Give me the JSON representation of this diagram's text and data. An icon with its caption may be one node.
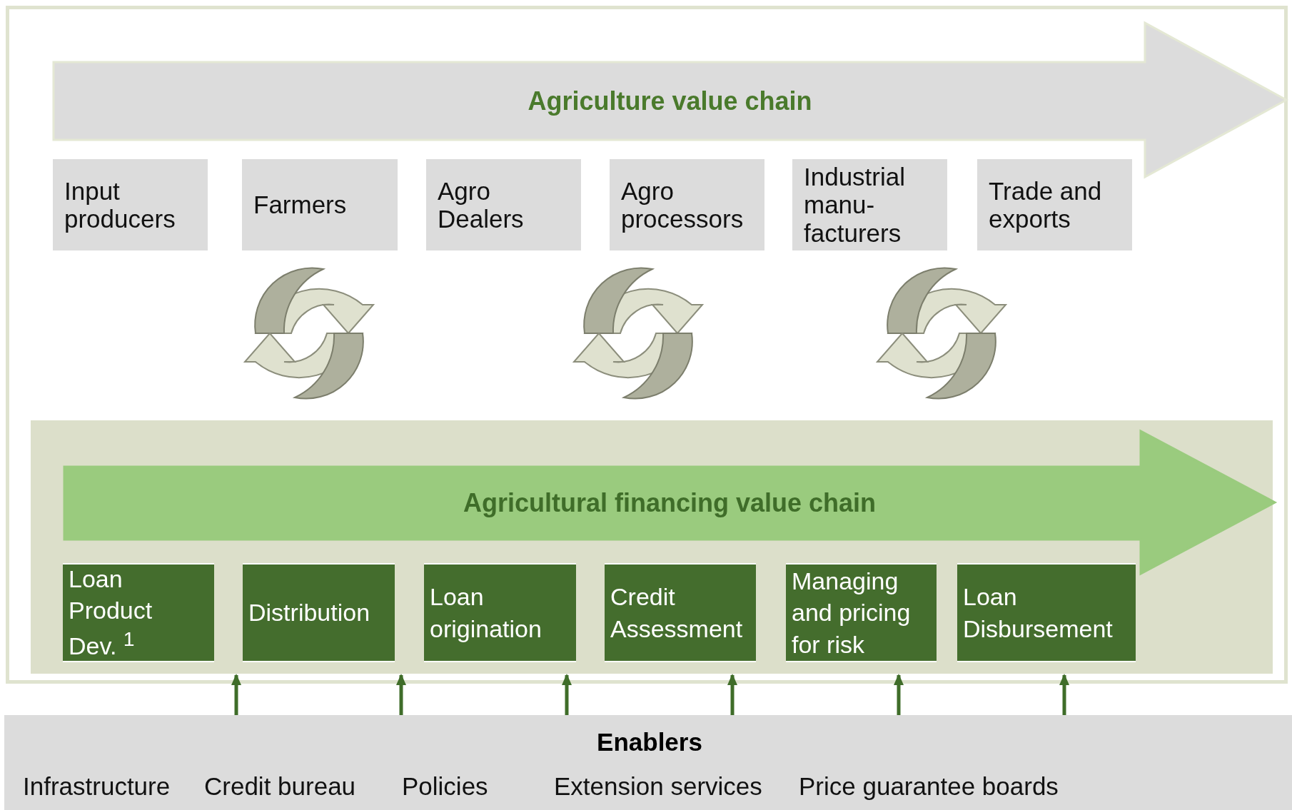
{
  "diagram": {
    "nodes": [
      {
        "text": [
          "Agriculture value chain"
        ]
      },
      {
        "text": [
          "Input producers"
        ]
      },
      {
        "text": [
          "Farmers"
        ]
      },
      {
        "text": [
          "Agro Dealers"
        ]
      },
      {
        "text": [
          "Agro processors"
        ]
      },
      {
        "text": [
          "Industrial manu- facturers"
        ]
      },
      {
        "text": [
          "Trade and exports"
        ]
      },
      {
        "text": [],
        "shape": "box"
      },
      {
        "text": [
          "Agricultural financing value chain"
        ],
        "in": 7
      },
      {
        "text": [
          "Loan Product Dev. $^{1}$"
        ],
        "in": 7
      },
      {
        "text": [
          "Distribution"
        ],
        "in": 7
      },
      {
        "text": [
          "Loan origination"
        ],
        "in": 7
      },
      {
        "text": [
          "Credit Assessment"
        ],
        "in": 7
      },
      {
        "text": [
          "Managing and pricing for risk"
        ],
        "in": 7
      },
      {
        "text": [
          "Loan Disbursement"
        ],
        "in": 7
      },
      {
        "text": [
          "Enablers",
          "Infrastructure",
          "Credit bureau",
          "Policies",
          "Extension services",
          "Price guarantee boards"
        ]
      }
    ],
    "edges": [
      {
        "from": 15,
        "to": 7,
        "arrow": "to"
      },
      {
        "from": 15,
        "to": 7,
        "arrow": "to"
      },
      {
        "from": 15,
        "to": 7,
        "arrow": "to"
      },
      {
        "from": 15,
        "to": 7,
        "arrow": "to"
      },
      {
        "from": 15,
        "to": 7,
        "arrow": "to"
      },
      {
        "from": 15,
        "to": 7,
        "arrow": "to"
      }
    ]
  }
}
